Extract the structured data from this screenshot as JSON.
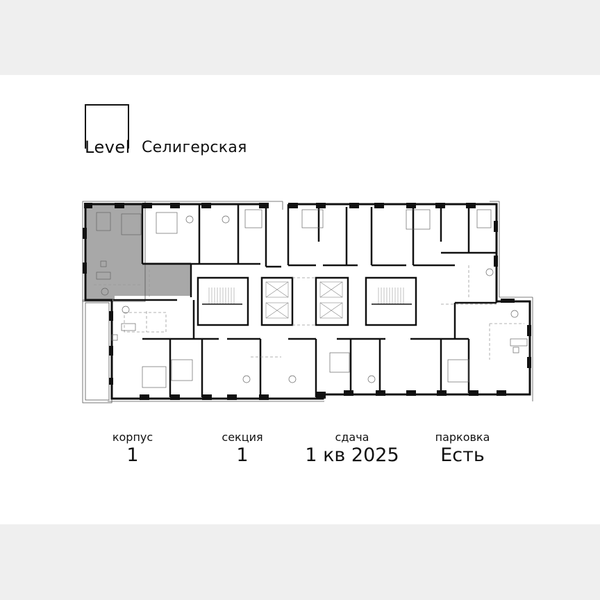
{
  "brand": {
    "logo_word": "Level",
    "project_name": "Селигерская"
  },
  "floor_plan": {
    "highlight_color": "#a8a8a8",
    "wall_color": "#111111",
    "highlighted_unit": "top-left apartment (2 bedrooms)"
  },
  "info": [
    {
      "label": "корпус",
      "value": "1"
    },
    {
      "label": "секция",
      "value": "1"
    },
    {
      "label": "сдача",
      "value": "1 кв 2025"
    },
    {
      "label": "парковка",
      "value": "Есть"
    }
  ]
}
